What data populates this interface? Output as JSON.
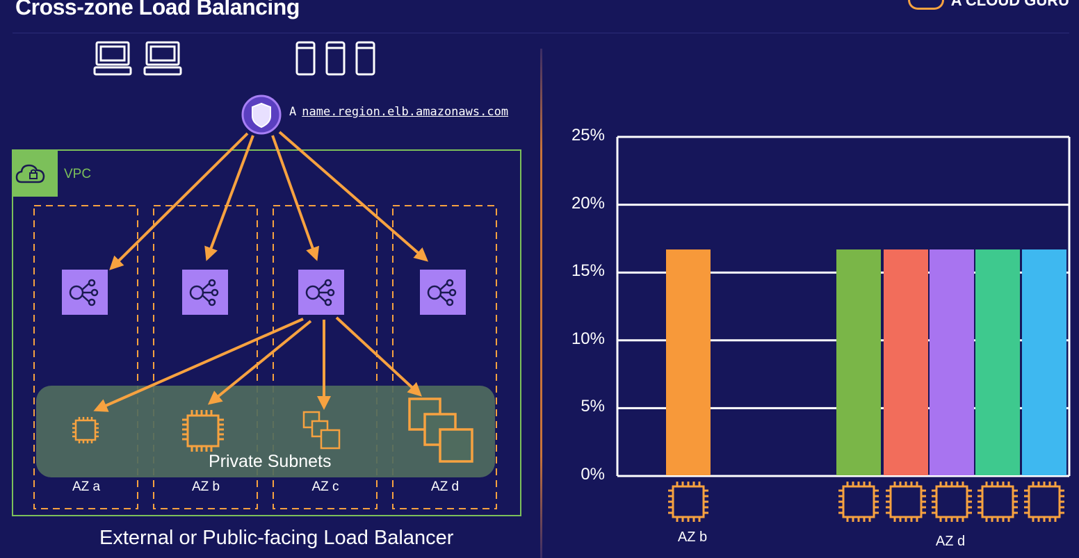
{
  "header": {
    "title": "Cross-zone Load Balancing",
    "brand": "A CLOUD GURU"
  },
  "diagram": {
    "dns_record_type": "A",
    "dns_name": "name.region.elb.amazonaws.com",
    "vpc_label": "VPC",
    "subnet_label": "Private Subnets",
    "caption": "External or Public-facing Load Balancer",
    "client_icons": [
      "laptop-icon",
      "laptop-icon",
      "phone-icon",
      "phone-icon",
      "phone-icon"
    ],
    "azs": [
      {
        "label": "AZ a",
        "instances": 1
      },
      {
        "label": "AZ b",
        "instances": 1
      },
      {
        "label": "AZ c",
        "instances": 3
      },
      {
        "label": "AZ d",
        "instances": 3
      }
    ],
    "colors": {
      "background": "#16165a",
      "arrow": "#f7a240",
      "vpc": "#7cc05a",
      "elb": "#a77ff5",
      "subnet": "#4f6b5e",
      "az_border": "#f7a240"
    }
  },
  "chart_data": {
    "type": "bar",
    "ylim": [
      0,
      25
    ],
    "yticks": [
      "0%",
      "5%",
      "10%",
      "15%",
      "20%",
      "25%"
    ],
    "ytick_values": [
      0,
      5,
      10,
      15,
      20,
      25
    ],
    "groups": [
      "AZ b",
      "AZ d"
    ],
    "series": [
      {
        "group": "AZ b",
        "value": 16.7,
        "color": "#f7993a"
      },
      {
        "group": "AZ d",
        "value": 16.7,
        "color": "#7ab648"
      },
      {
        "group": "AZ d",
        "value": 16.7,
        "color": "#f26d5b"
      },
      {
        "group": "AZ d",
        "value": 16.7,
        "color": "#a874f0"
      },
      {
        "group": "AZ d",
        "value": 16.7,
        "color": "#3ec98e"
      },
      {
        "group": "AZ d",
        "value": 16.7,
        "color": "#3eb8f0"
      }
    ],
    "grid": true
  }
}
